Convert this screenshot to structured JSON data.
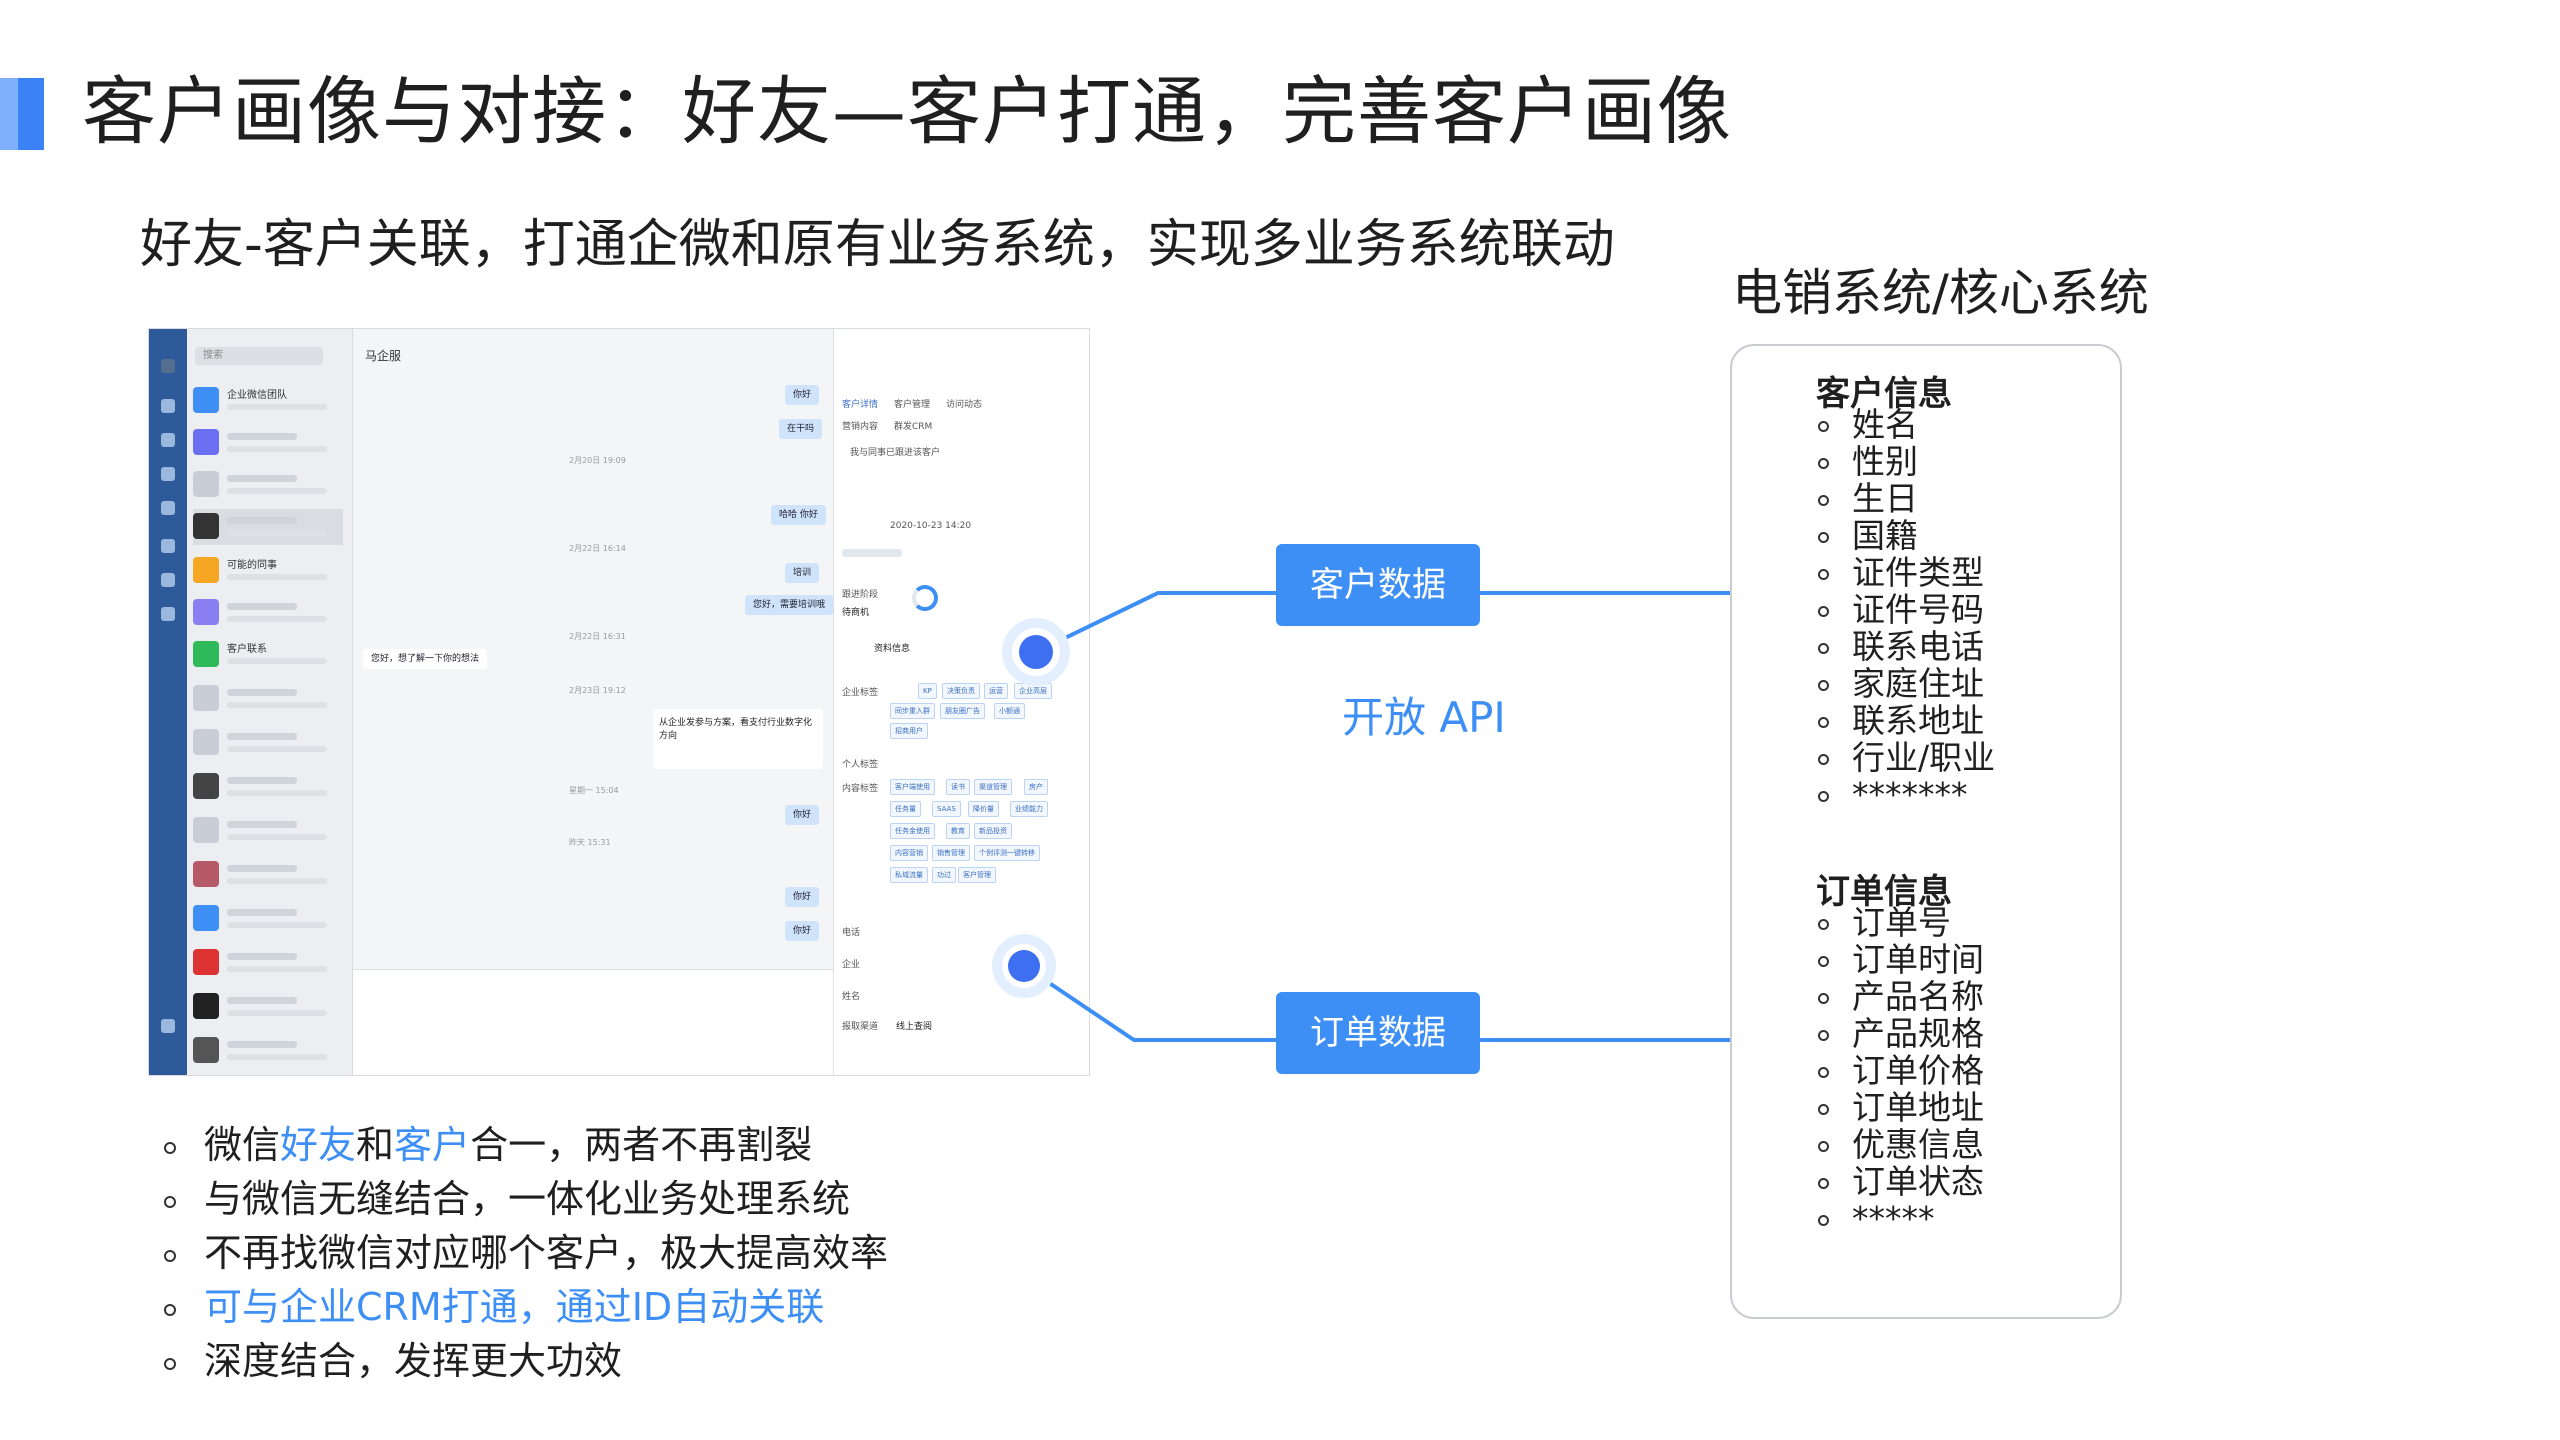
{
  "page": {
    "title": "客户画像与对接：好友—客户打通，完善客户画像",
    "subtitle": "好友-客户关联，打通企微和原有业务系统，实现多业务系统联动",
    "right_title": "电销系统/核心系统"
  },
  "colors": {
    "accent": "#3d8ff5",
    "text": "#1f1f1f",
    "box_border": "#c9ccd1"
  },
  "screenshot": {
    "search_placeholder": "搜索",
    "chat_title": "马企服",
    "list": [
      {
        "label": "企业微信团队"
      },
      {
        "label": "可能的同事"
      },
      {
        "label": "客户联系"
      }
    ],
    "messages": [
      {
        "text": "你好"
      },
      {
        "text": "在干吗"
      },
      {
        "text": "哈哈  你好"
      },
      {
        "text": "培训"
      },
      {
        "text": "您好，需要培训哦"
      },
      {
        "text": "您好，想了解一下你的想法"
      },
      {
        "text": "你好"
      },
      {
        "text": "你好"
      },
      {
        "text": "你好"
      }
    ],
    "timestamps": [
      "2月20日 19:09",
      "2月22日 16:14",
      "2月22日 16:31",
      "2月23日 19:12",
      "星期一 15:04",
      "昨天 15:31"
    ],
    "link_card": "从企业发参与方案，看支付行业数字化方向",
    "panel": {
      "tabs": [
        "客户详情",
        "客户管理",
        "访问动态",
        "营销内容",
        "群发CRM"
      ],
      "notice": "我与同事已跟进该客户",
      "date": "2020-10-23 14:20",
      "stage_label": "跟进阶段",
      "stage_value": "待商机",
      "section": "资料信息",
      "tag_label": "企业标签",
      "tags": [
        "KP",
        "决策负责",
        "运营",
        "企业高层",
        "同步重入群",
        "朋友圈广告",
        "小额通",
        "招商用户"
      ],
      "personal_label": "个人标签",
      "content_label": "内容标签",
      "content_tags": [
        "客户端使用",
        "读书",
        "渠道管理",
        "房产",
        "任务量",
        "SAAS",
        "降价量",
        "业绩能力",
        "任务金使用",
        "教育",
        "新品投资",
        "内容营销",
        "销售管理",
        "个例评测一键转移",
        "私域流量",
        "功过",
        "客户管理"
      ],
      "fields": [
        "电话",
        "企业",
        "姓名",
        "报取渠道"
      ],
      "channel_value": "线上查阅"
    }
  },
  "connectors": {
    "customer_data": "客户数据",
    "order_data": "订单数据",
    "open_api": "开放 API"
  },
  "system": {
    "customer_info": {
      "title": "客户信息",
      "items": [
        "姓名",
        "性别",
        "生日",
        "国籍",
        "证件类型",
        "证件号码",
        "联系电话",
        "家庭住址",
        "联系地址",
        "行业/职业",
        "*******"
      ]
    },
    "order_info": {
      "title": "订单信息",
      "items": [
        "订单号",
        "订单时间",
        "产品名称",
        "产品规格",
        "订单价格",
        "订单地址",
        "优惠信息",
        "订单状态",
        "*****"
      ]
    }
  },
  "bullets": [
    {
      "parts": [
        {
          "text": "微信",
          "blue": false
        },
        {
          "text": "好友",
          "blue": true
        },
        {
          "text": "和",
          "blue": false
        },
        {
          "text": "客户",
          "blue": true
        },
        {
          "text": "合一，两者不再割裂",
          "blue": false
        }
      ]
    },
    {
      "parts": [
        {
          "text": "与微信无缝结合，一体化业务处理系统",
          "blue": false
        }
      ]
    },
    {
      "parts": [
        {
          "text": "不再找微信对应哪个客户，极大提高效率",
          "blue": false
        }
      ]
    },
    {
      "parts": [
        {
          "text": "可与企业CRM打通，通过ID自动关联",
          "blue": true
        }
      ]
    },
    {
      "parts": [
        {
          "text": "深度结合，发挥更大功效",
          "blue": false
        }
      ]
    }
  ]
}
